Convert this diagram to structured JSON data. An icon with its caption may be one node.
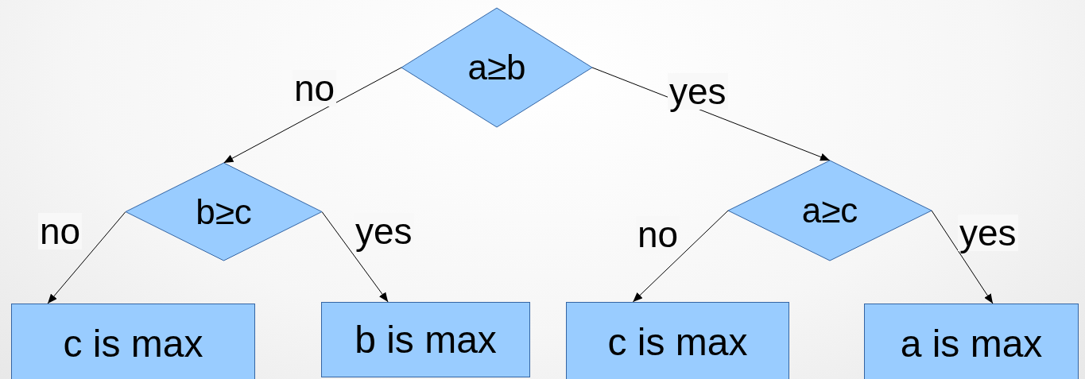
{
  "diagram": {
    "nodes": [
      {
        "text": [
          "a≥b"
        ]
      },
      {
        "text": [
          "b≥c"
        ]
      },
      {
        "text": [
          "a≥c"
        ]
      },
      {
        "text": [
          "c is max"
        ]
      },
      {
        "text": [
          "b is max"
        ]
      },
      {
        "text": [
          "c is max"
        ]
      },
      {
        "text": [
          "a is max"
        ]
      }
    ],
    "edges": [
      {
        "from": 0,
        "to": 1,
        "arrow": "to",
        "label": "no"
      },
      {
        "from": 0,
        "to": 2,
        "arrow": "to",
        "label": "yes"
      },
      {
        "from": 1,
        "to": 3,
        "arrow": "to",
        "label": "no"
      },
      {
        "from": 1,
        "to": 4,
        "arrow": "to",
        "label": "yes"
      },
      {
        "from": 2,
        "to": 5,
        "arrow": "to",
        "label": "no"
      },
      {
        "from": 2,
        "to": 6,
        "arrow": "to",
        "label": "yes"
      }
    ]
  }
}
